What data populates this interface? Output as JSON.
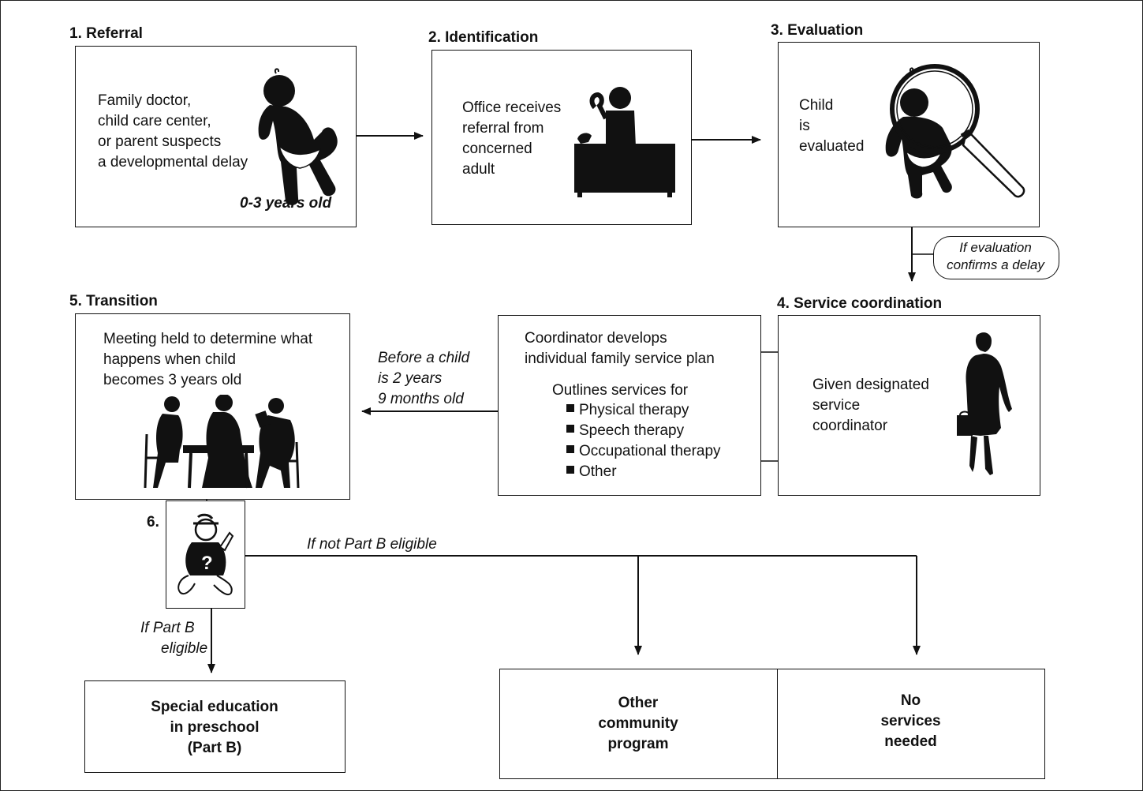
{
  "steps": {
    "referral": {
      "heading": "1. Referral",
      "text": [
        "Family doctor,",
        "child care center,",
        "or parent  suspects",
        "a developmental delay"
      ],
      "age": "0-3 years old"
    },
    "identification": {
      "heading": "2. Identification",
      "text": [
        "Office receives",
        "referral from",
        "concerned",
        "adult"
      ]
    },
    "evaluation": {
      "heading": "3. Evaluation",
      "text": [
        "Child",
        "is",
        "evaluated"
      ]
    },
    "evaluation_condition": [
      "If evaluation",
      "confirms a delay"
    ],
    "service_coordination": {
      "heading": "4. Service coordination",
      "text": [
        "Given designated",
        "service",
        "coordinator"
      ]
    },
    "service_plan": {
      "title": [
        "Coordinator develops",
        "individual family service plan"
      ],
      "subtitle": "Outlines services for",
      "services": [
        "Physical therapy",
        "Speech therapy",
        "Occupational therapy",
        "Other"
      ]
    },
    "timing": [
      "Before a child",
      "is 2 years",
      "9 months old"
    ],
    "transition": {
      "heading": "5. Transition",
      "text": [
        "Meeting held to determine what",
        "happens  when child",
        "becomes 3 years old"
      ]
    },
    "decision": {
      "heading": "6.",
      "not_eligible": "If not Part B eligible",
      "eligible": [
        "If  Part B",
        "eligible"
      ]
    },
    "outcomes": {
      "special_ed": [
        "Special education",
        "in preschool",
        "(Part B)"
      ],
      "other_program": [
        "Other",
        "community",
        "program"
      ],
      "no_services": [
        "No",
        "services",
        "needed"
      ]
    }
  }
}
